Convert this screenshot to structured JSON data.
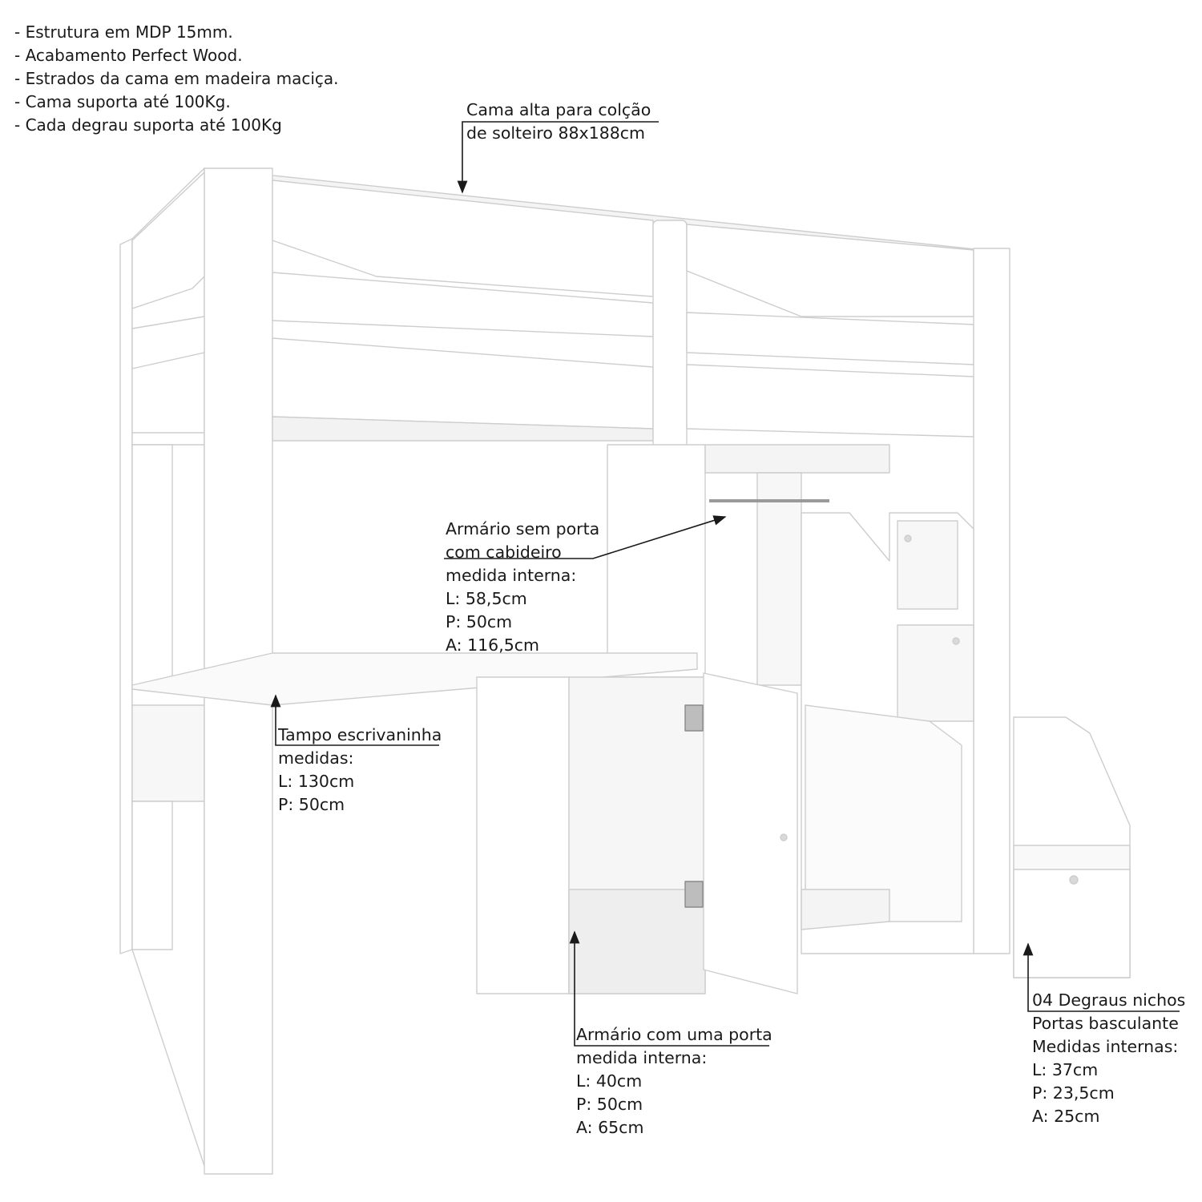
{
  "specs": [
    "- Estrutura em MDP 15mm.",
    "- Acabamento Perfect Wood.",
    "- Estrados da cama em madeira maciça.",
    "- Cama suporta até 100Kg.",
    "- Cada degrau suporta até 100Kg"
  ],
  "callouts": {
    "bed": {
      "lines": [
        "Cama alta para colção",
        "de solteiro 88x188cm"
      ]
    },
    "open_wardrobe": {
      "lines": [
        "Armário sem porta",
        "com cabideiro",
        "medida interna:",
        "L: 58,5cm",
        "P: 50cm",
        "A: 116,5cm"
      ]
    },
    "desk_top": {
      "lines": [
        "Tampo escrivaninha",
        "medidas:",
        "L: 130cm",
        "P: 50cm"
      ]
    },
    "door_cabinet": {
      "lines": [
        "Armário com uma porta",
        "medida interna:",
        "L: 40cm",
        "P: 50cm",
        "A: 65cm"
      ]
    },
    "steps": {
      "lines": [
        "04 Degraus nichos",
        "Portas basculante",
        "Medidas internas:",
        "L: 37cm",
        "P: 23,5cm",
        "A: 25cm"
      ]
    }
  },
  "colors": {
    "panel": "#ffffff",
    "edge": "#cfcfcf",
    "shade": "#ececec",
    "text": "#1a1a1a"
  }
}
